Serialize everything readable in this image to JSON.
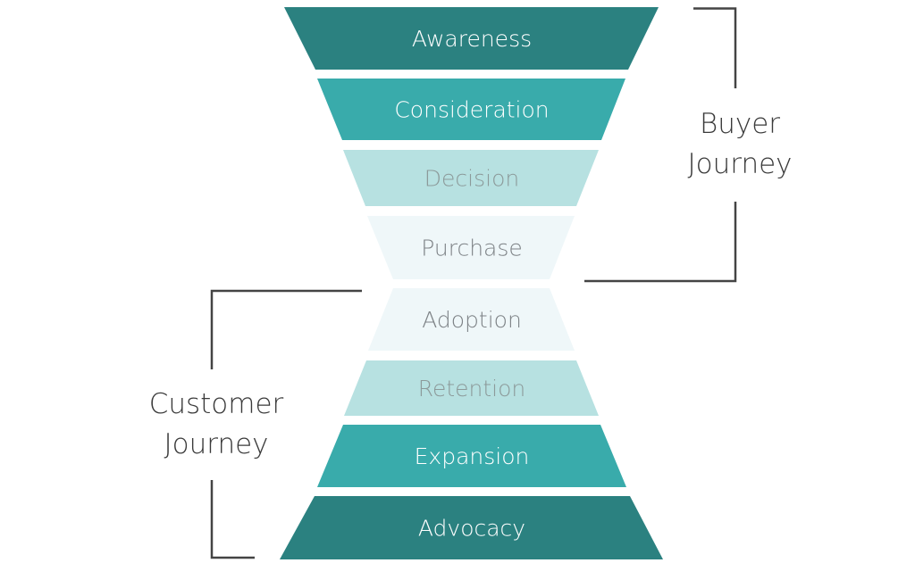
{
  "title": "Buyer and Customer Journey",
  "stages": [
    {
      "label": "Awareness",
      "fill": "#2b8180",
      "text_color": "#ffffff",
      "group": "buyer"
    },
    {
      "label": "Consideration",
      "fill": "#39abab",
      "text_color": "#ffffff",
      "group": "buyer"
    },
    {
      "label": "Decision",
      "fill": "#b7e1e1",
      "text_color": "#8c9a9a",
      "group": "buyer"
    },
    {
      "label": "Purchase",
      "fill": "#eff7f9",
      "text_color": "#7d8286",
      "group": "buyer"
    },
    {
      "label": "Adoption",
      "fill": "#eff7f9",
      "text_color": "#7d8286",
      "group": "customer"
    },
    {
      "label": "Retention",
      "fill": "#b7e1e1",
      "text_color": "#8c9a9a",
      "group": "customer"
    },
    {
      "label": "Expansion",
      "fill": "#39abab",
      "text_color": "#ffffff",
      "group": "customer"
    },
    {
      "label": "Advocacy",
      "fill": "#2b8180",
      "text_color": "#ffffff",
      "group": "customer"
    }
  ],
  "groups": {
    "buyer": {
      "line1": "Buyer",
      "line2": "Journey"
    },
    "customer": {
      "line1": "Customer",
      "line2": "Journey"
    }
  },
  "colors": {
    "bracket": "#444444",
    "label": "#3a3a3a"
  }
}
